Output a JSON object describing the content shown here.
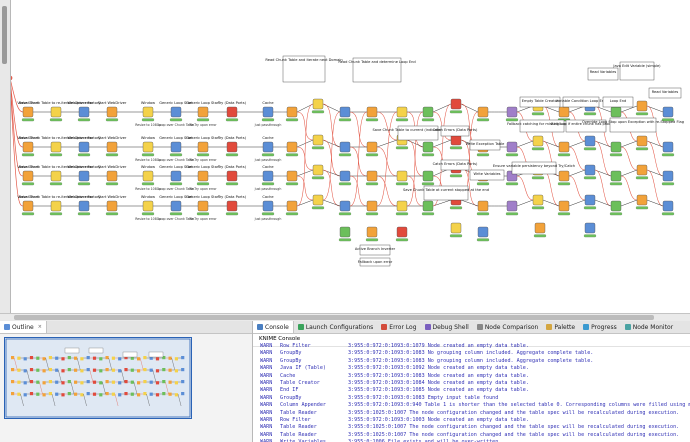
{
  "canvas": {
    "rows": [
      [
        "Verbal Start",
        "Save Chunk Table to re-iterate upon error",
        "WebDriver Factory",
        "Start WebDriver",
        "Window",
        "Generic Loop Start",
        "Generic Loop Start",
        "Try (Data Ports)",
        "Cache"
      ],
      [
        "Verbal Start",
        "Save Chunk Table to re-iterate upon error",
        "WebDriver Factory",
        "Start WebDriver",
        "Window",
        "Generic Loop Start",
        "Generic Loop Start",
        "Try (Data Ports)",
        "Cache"
      ],
      [
        "Verbal Start",
        "Save Chunk Table to re-iterate upon error",
        "WebDriver Factory",
        "Start WebDriver",
        "Window",
        "Generic Loop Start",
        "Generic Loop Start",
        "Try (Data Ports)",
        "Cache"
      ],
      [
        "Verbal Start",
        "Save Chunk Table to re-iterate upon error",
        "WebDriver Factory",
        "Start WebDriver",
        "Window",
        "Generic Loop Start",
        "Generic Loop Start",
        "Try (Data Ports)",
        "Cache"
      ]
    ],
    "subs": [
      "Resize to 1080p",
      "Loop over Chunk Table",
      "Re-Try upon error",
      "Just passthrough",
      "For testing only! Disable in Config"
    ],
    "top_annotations": [
      "Read Chunk Table and iterate next Domain",
      "Read Chunk Table and determine Loop End",
      "Read Variables",
      "Java Edit Variable (simple)",
      "Read Variables"
    ],
    "mid_annotations": [
      "Save Chunk Table to current (indicated) at the end",
      "Catch Errors (Data Ports)",
      "Write Exception Table",
      "Empty Table Creator",
      "Variable Condition Loop End",
      "Loop End",
      "Fallback catching for missing Loop End",
      "Exit loop if entire chunk has processed",
      "Override Loop Stop upon Exception with re-Stopped Flag"
    ],
    "lower_annotations": [
      "Active Branch Inverter",
      "Fallback upon error",
      "Save Chunk Table at current stopped at the end",
      "Write Variables",
      "Ensure variable persistency beyond Try/Catch",
      "Catch Errors (Data Ports)"
    ]
  },
  "outline": {
    "tab_label": "Outline",
    "close": "×"
  },
  "console": {
    "tabs": [
      "Console",
      "Launch Configurations",
      "Error Log",
      "Debug Shell",
      "Node Comparison",
      "Palette",
      "Progress",
      "Node Monitor"
    ],
    "title": "KNIME Console",
    "lines": [
      {
        "level": "WARN",
        "component": "Row Filter",
        "message": "3:955:0:972:0:1093:0:1079 Node created an empty data table."
      },
      {
        "level": "WARN",
        "component": "GroupBy",
        "message": "3:955:0:972:0:1093:0:1083 No grouping column included. Aggregate complete table."
      },
      {
        "level": "WARN",
        "component": "GroupBy",
        "message": "3:955:0:972:0:1093:0:1083 No grouping column included. Aggregate complete table."
      },
      {
        "level": "WARN",
        "component": "Java IF (Table)",
        "message": "3:955:0:972:0:1093:0:1092 Node created an empty data table."
      },
      {
        "level": "WARN",
        "component": "Cache",
        "message": "3:955:0:972:0:1093:0:1083 Node created an empty data table."
      },
      {
        "level": "WARN",
        "component": "Table Creator",
        "message": "3:955:0:972:0:1093:0:1084 Node created an empty data table."
      },
      {
        "level": "WARN",
        "component": "End IF",
        "message": "3:955:0:972:0:1093:0:1085 Node created an empty data table."
      },
      {
        "level": "WARN",
        "component": "GroupBy",
        "message": "3:955:0:972:0:1093:0:1083 Empty input table found"
      },
      {
        "level": "WARN",
        "component": "Column Appender",
        "message": "3:955:0:972:0:1093:0:940 Table 1 is shorter than the selected table 0. Corresponding columns were filled using missing values."
      },
      {
        "level": "WARN",
        "component": "Table Reader",
        "message": "3:955:0:1025:0:1007 The node configuration changed and the table spec will be recalculated during execution."
      },
      {
        "level": "WARN",
        "component": "Row Filter",
        "message": "3:955:0:972:0:1093:0:1003 Node created an empty data table."
      },
      {
        "level": "WARN",
        "component": "Table Reader",
        "message": "3:955:0:1025:0:1007 The node configuration changed and the table spec will be recalculated during execution."
      },
      {
        "level": "WARN",
        "component": "Table Reader",
        "message": "3:955:0:1025:0:1007 The node configuration changed and the table spec will be recalculated during execution."
      },
      {
        "level": "WARN",
        "component": "Write Variables",
        "message": "3:955:0:1006 File exists and will be over-written"
      }
    ]
  },
  "colors": {
    "accent": "#2a62b5",
    "log_text": "#3131b5",
    "connection": "#e35a4a",
    "node_orange": "#f2a23a",
    "node_yellow": "#f4d24a",
    "node_blue": "#5b8ed6",
    "node_red": "#e14a3c",
    "node_green": "#6cbf5b",
    "node_purple": "#a07fc9"
  }
}
